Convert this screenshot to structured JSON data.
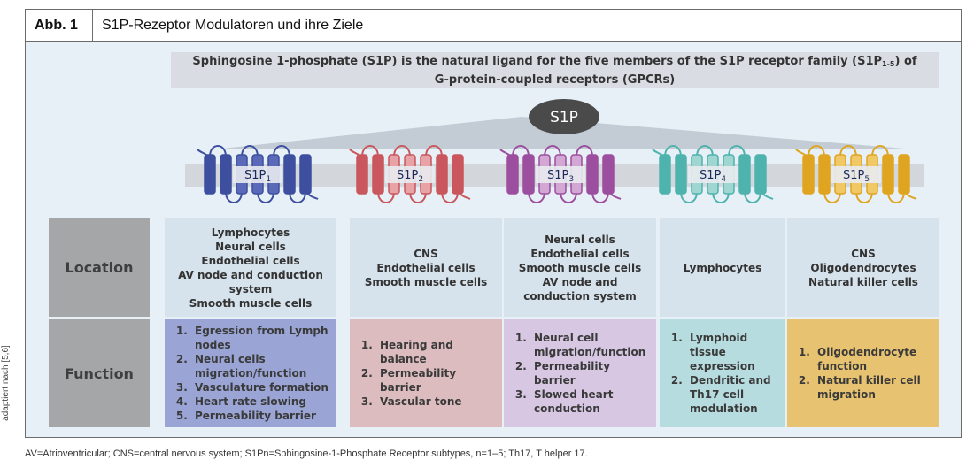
{
  "header": {
    "figure_number": "Abb. 1",
    "title": "S1P-Rezeptor Modulatoren und ihre Ziele"
  },
  "intro": {
    "line1": "Sphingosine 1-phosphate (S1P) is the natural ligand for the five members of the S1P receptor family (S1P1-5) of",
    "line2": "G-protein-coupled receptors (GPCRs)"
  },
  "ligand": {
    "label": "S1P"
  },
  "row_labels": {
    "location": "Location",
    "function": "Function"
  },
  "receptors": [
    {
      "name": "S1P",
      "subscript": "1",
      "color": "#3d4f9e",
      "light": "#5a6ab8",
      "location": [
        "Lymphocytes",
        "Neural cells",
        "Endothelial cells",
        "AV node and conduction",
        "system",
        "Smooth muscle cells"
      ],
      "functions": [
        "Egression from Lymph nodes",
        "Neural cells migration/function",
        "Vasculature formation",
        "Heart rate slowing",
        "Permeability barrier"
      ],
      "function_bg": "#9aa5d6"
    },
    {
      "name": "S1P",
      "subscript": "2",
      "color": "#c9575d",
      "light": "#e7a3a6",
      "location": [
        "CNS",
        "Endothelial cells",
        "Smooth muscle cells"
      ],
      "functions": [
        "Hearing and balance",
        "Permeability barrier",
        "Vascular tone"
      ],
      "function_bg": "#ddbcc0"
    },
    {
      "name": "S1P",
      "subscript": "3",
      "color": "#9d4f9f",
      "light": "#d2a7d3",
      "location": [
        "Neural cells",
        "Endothelial cells",
        "Smooth muscle cells",
        "AV node and",
        "conduction system"
      ],
      "functions": [
        "Neural cell migration/function",
        "Permeability barrier",
        "Slowed heart conduction"
      ],
      "function_bg": "#d7c7e3"
    },
    {
      "name": "S1P",
      "subscript": "4",
      "color": "#4fb3ad",
      "light": "#9fd6d2",
      "location": [
        "Lymphocytes"
      ],
      "functions": [
        "Lymphoid tissue expression",
        "Dendritic and Th17 cell modulation"
      ],
      "function_bg": "#b7dcdf"
    },
    {
      "name": "S1P",
      "subscript": "5",
      "color": "#e0a520",
      "light": "#f0c866",
      "location": [
        "CNS",
        "Oligodendrocytes",
        "Natural killer cells"
      ],
      "functions": [
        "Oligodendrocyte function",
        "Natural killer cell migration"
      ],
      "function_bg": "#e7c270"
    }
  ],
  "side_caption": "adaptiert nach [5,6]",
  "footnote": "AV=Atrioventricular; CNS=central nervous system; S1Pn=Sphingosine-1-Phosphate Receptor subtypes, n=1–5; Th17, T helper 17."
}
